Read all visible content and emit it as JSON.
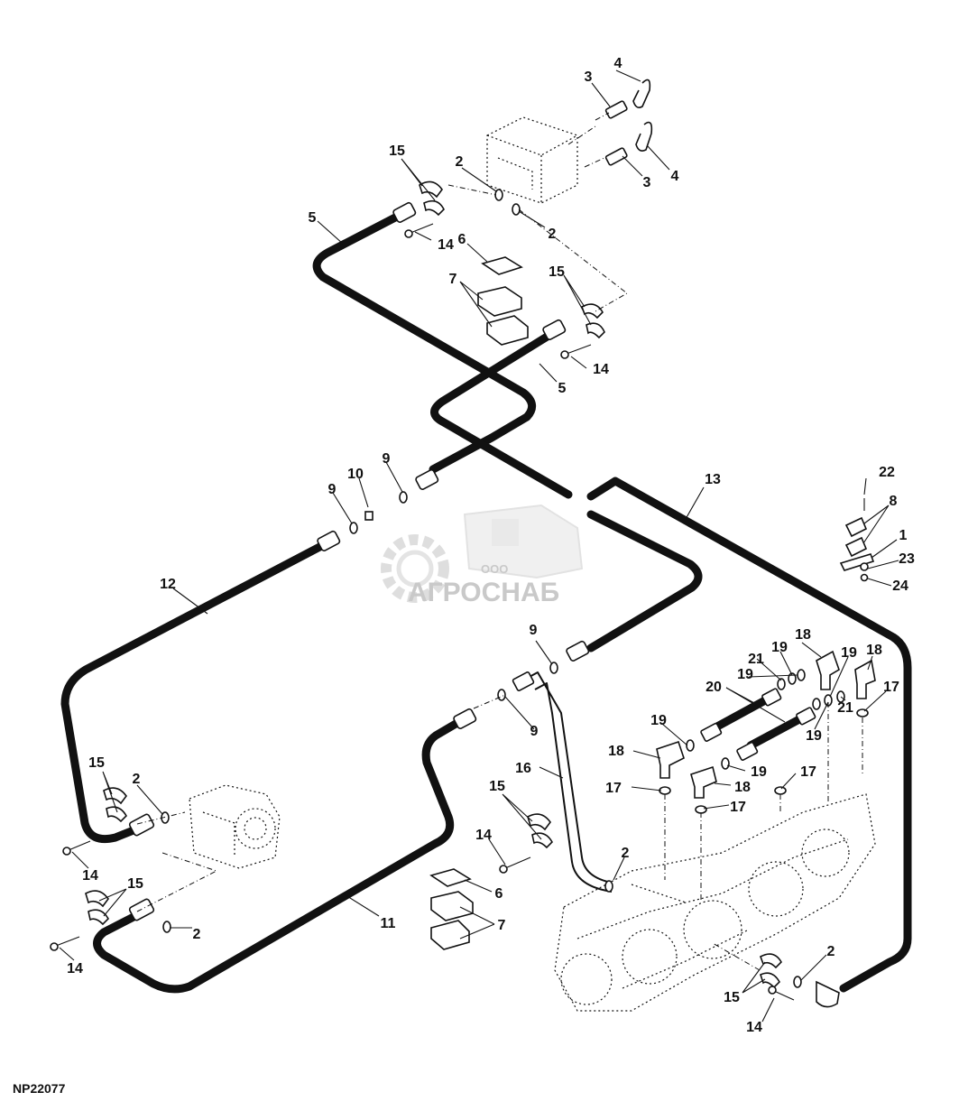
{
  "figure_id": "NP22077",
  "watermark": {
    "company_prefix": "ООО",
    "company_name": "АГРОСНАБ"
  },
  "callouts": [
    {
      "id": "c-4a",
      "label": "4"
    },
    {
      "id": "c-3a",
      "label": "3"
    },
    {
      "id": "c-3b",
      "label": "3"
    },
    {
      "id": "c-4b",
      "label": "4"
    },
    {
      "id": "c-15a",
      "label": "15"
    },
    {
      "id": "c-2a",
      "label": "2"
    },
    {
      "id": "c-2b",
      "label": "2"
    },
    {
      "id": "c-5a",
      "label": "5"
    },
    {
      "id": "c-14a",
      "label": "14"
    },
    {
      "id": "c-6a",
      "label": "6"
    },
    {
      "id": "c-7a",
      "label": "7"
    },
    {
      "id": "c-15b",
      "label": "15"
    },
    {
      "id": "c-14b",
      "label": "14"
    },
    {
      "id": "c-5b",
      "label": "5"
    },
    {
      "id": "c-9a",
      "label": "9"
    },
    {
      "id": "c-10",
      "label": "10"
    },
    {
      "id": "c-9b",
      "label": "9"
    },
    {
      "id": "c-13",
      "label": "13"
    },
    {
      "id": "c-12",
      "label": "12"
    },
    {
      "id": "c-22",
      "label": "22"
    },
    {
      "id": "c-8",
      "label": "8"
    },
    {
      "id": "c-1",
      "label": "1"
    },
    {
      "id": "c-23",
      "label": "23"
    },
    {
      "id": "c-24",
      "label": "24"
    },
    {
      "id": "c-9c",
      "label": "9"
    },
    {
      "id": "c-18a",
      "label": "18"
    },
    {
      "id": "c-21a",
      "label": "21"
    },
    {
      "id": "c-19a",
      "label": "19"
    },
    {
      "id": "c-19b",
      "label": "19"
    },
    {
      "id": "c-18b",
      "label": "18"
    },
    {
      "id": "c-20",
      "label": "20"
    },
    {
      "id": "c-19c",
      "label": "19"
    },
    {
      "id": "c-17a",
      "label": "17"
    },
    {
      "id": "c-9d",
      "label": "9"
    },
    {
      "id": "c-19d",
      "label": "19"
    },
    {
      "id": "c-19e",
      "label": "19"
    },
    {
      "id": "c-21b",
      "label": "21"
    },
    {
      "id": "c-18c",
      "label": "18"
    },
    {
      "id": "c-16",
      "label": "16"
    },
    {
      "id": "c-15c",
      "label": "15"
    },
    {
      "id": "c-2c",
      "label": "2"
    },
    {
      "id": "c-17b",
      "label": "17"
    },
    {
      "id": "c-18d",
      "label": "18"
    },
    {
      "id": "c-19f",
      "label": "19"
    },
    {
      "id": "c-17c",
      "label": "17"
    },
    {
      "id": "c-17d",
      "label": "17"
    },
    {
      "id": "c-15d",
      "label": "15"
    },
    {
      "id": "c-14c",
      "label": "14"
    },
    {
      "id": "c-2d",
      "label": "2"
    },
    {
      "id": "c-6b",
      "label": "6"
    },
    {
      "id": "c-7b",
      "label": "7"
    },
    {
      "id": "c-14d",
      "label": "14"
    },
    {
      "id": "c-11",
      "label": "11"
    },
    {
      "id": "c-15e",
      "label": "15"
    },
    {
      "id": "c-2e",
      "label": "2"
    },
    {
      "id": "c-14e",
      "label": "14"
    },
    {
      "id": "c-2f",
      "label": "2"
    },
    {
      "id": "c-15f",
      "label": "15"
    },
    {
      "id": "c-14f",
      "label": "14"
    }
  ]
}
